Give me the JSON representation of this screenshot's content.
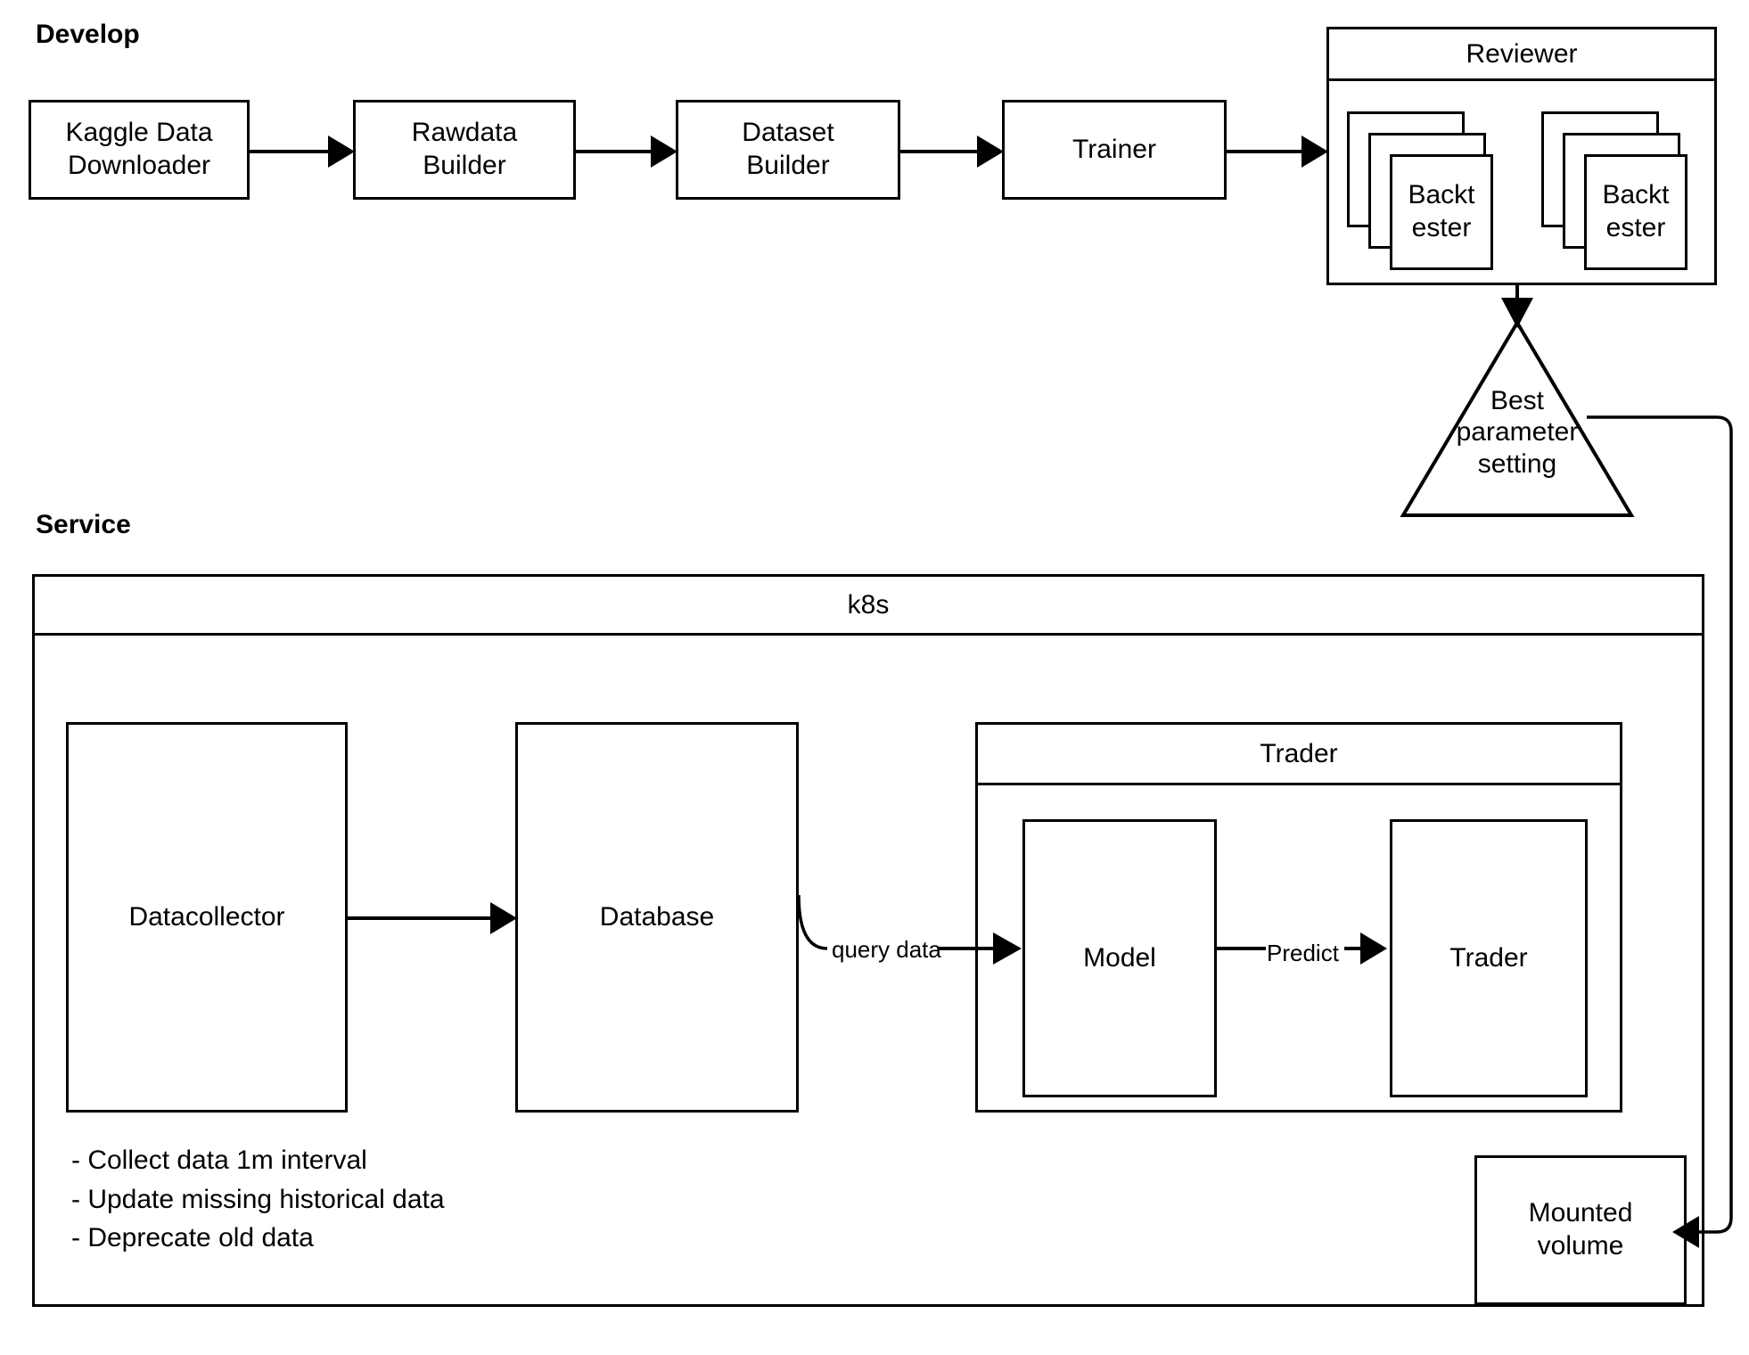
{
  "sections": {
    "develop": "Develop",
    "service": "Service"
  },
  "develop": {
    "nodes": [
      {
        "id": "kaggle-data-downloader",
        "label": "Kaggle Data\nDownloader"
      },
      {
        "id": "rawdata-builder",
        "label": "Rawdata\nBuilder"
      },
      {
        "id": "dataset-builder",
        "label": "Dataset\nBuilder"
      },
      {
        "id": "trainer",
        "label": "Trainer"
      }
    ],
    "reviewer": {
      "title": "Reviewer",
      "backtesters": [
        {
          "label": "Backt\nester"
        },
        {
          "label": "Backt\nester"
        }
      ]
    },
    "decision": {
      "label": "Best\nparameter\nsetting"
    }
  },
  "service": {
    "k8s": {
      "title": "k8s"
    },
    "datacollector": {
      "label": "Datacollector"
    },
    "database": {
      "label": "Database"
    },
    "trader_group": {
      "title": "Trader",
      "model": {
        "label": "Model"
      },
      "trader": {
        "label": "Trader"
      }
    },
    "mounted_volume": {
      "label": "Mounted\nvolume"
    },
    "edge_labels": {
      "query_data": "query data",
      "predict": "Predict"
    },
    "notes": [
      "- Collect data 1m interval",
      "- Update missing historical data",
      "- Deprecate old data"
    ]
  },
  "colors": {
    "stroke": "#000000",
    "background": "#ffffff"
  }
}
